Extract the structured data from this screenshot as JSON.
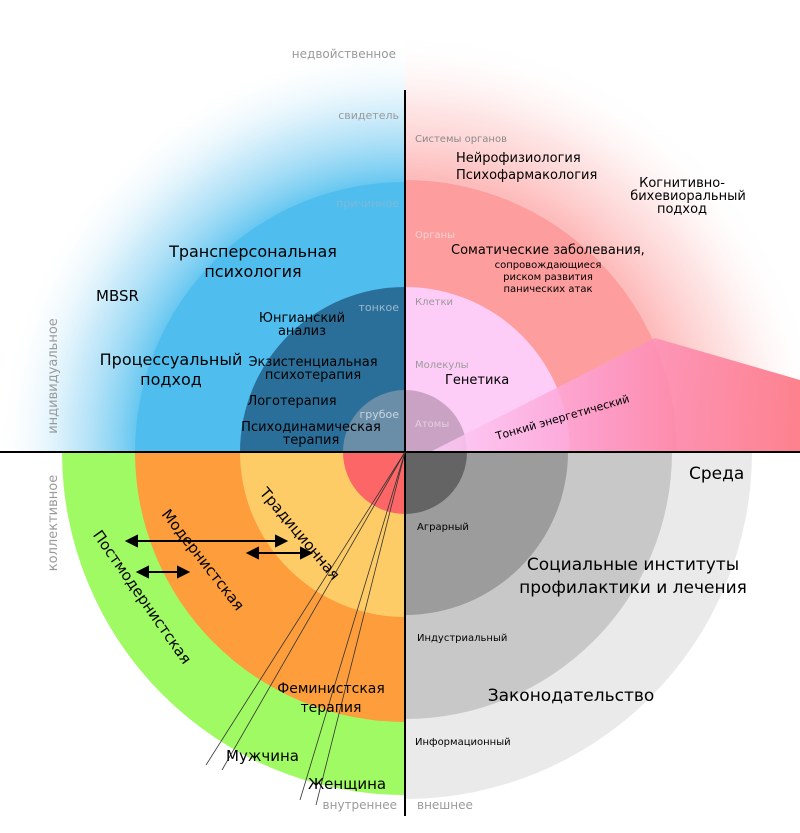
{
  "axes": {
    "top": "недвойственное",
    "bottom_left": "внутреннее",
    "bottom_right": "внешнее",
    "left_upper": "индивидуальное",
    "left_lower": "коллективное"
  },
  "levels_left": [
    "свидетель",
    "причинное",
    "тонкое",
    "грубое"
  ],
  "levels_right": [
    "Системы органов",
    "Органы",
    "Клетки",
    "Молекулы",
    "Атомы"
  ],
  "upper_left": {
    "transpersonal": [
      "Трансперсональная",
      "психология"
    ],
    "mbsr": "MBSR",
    "jungian": [
      "Юнгианский",
      "анализ"
    ],
    "process": [
      "Процессуальный",
      "подход"
    ],
    "existential": [
      "Экзистенциальная",
      "психотерапия"
    ],
    "logotherapy": "Логотерапия",
    "psychodynamic": [
      "Психодинамическая",
      "терапия"
    ]
  },
  "upper_right": {
    "neuro": [
      "Нейрофизиология",
      "Психофармакология"
    ],
    "cbt": [
      "Когнитивно-",
      "бихевиоральный",
      "подход"
    ],
    "somatic_title": "Соматические заболевания,",
    "somatic_sub": [
      "сопровождающиеся",
      "риском развития",
      "панических атак"
    ],
    "genetics": "Генетика",
    "subtle_energy": "Тонкий энергетический"
  },
  "lower_left": {
    "traditional": "Традиционная",
    "modernist": "Модернистская",
    "postmodernist": "Постмодернистская",
    "feminist": [
      "Феминистская",
      "терапия"
    ],
    "man": "Мужчина",
    "woman": "Женщина"
  },
  "lower_right": {
    "environment": "Среда",
    "agrarian": "Аграрный",
    "social": [
      "Социальные институты",
      "профилактики и лечения"
    ],
    "industrial": "Индустриальный",
    "legislation": "Законодательство",
    "informational": "Информационный"
  },
  "colors": {
    "ul_outer": "#7ccaf1",
    "ul_mid": "#4fbeee",
    "ul_inner": "#2a6f99",
    "ul_core": "#6b8ea8",
    "ur_outer": "#fbb9b9",
    "ur_mid": "#fd9d9d",
    "ur_inner": "#fdcdf8",
    "ur_core": "#c9a2c4",
    "ll_outer": "#9ffa63",
    "ll_mid": "#fd9d3b",
    "ll_inner": "#fecc67",
    "ll_core": "#fd6666",
    "lr_outer": "#eaeaea",
    "lr_mid": "#c8c8c8",
    "lr_inner": "#9c9c9c",
    "lr_core": "#646464"
  }
}
